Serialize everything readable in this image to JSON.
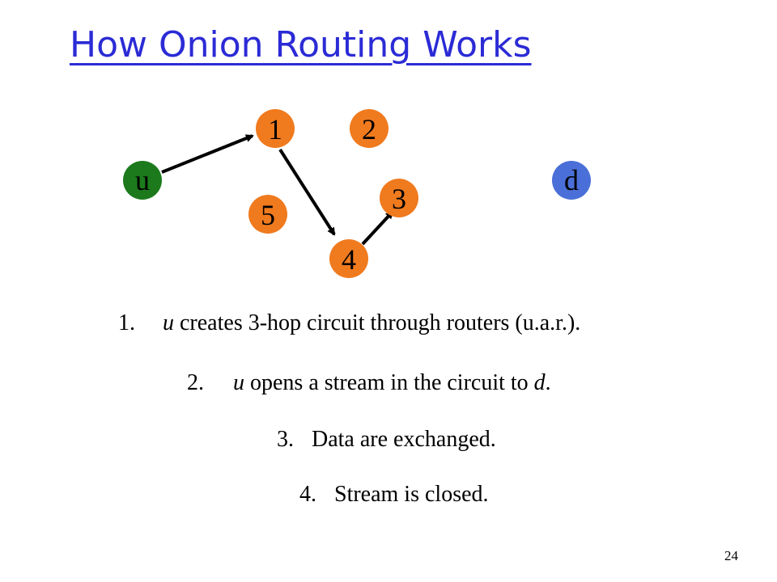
{
  "title": "How Onion Routing Works",
  "nodes": {
    "u": {
      "label": "u",
      "color": "#1c7a1c"
    },
    "d": {
      "label": "d",
      "color": "#4a6fd8"
    },
    "r1": {
      "label": "1",
      "color": "#f07a1e"
    },
    "r2": {
      "label": "2",
      "color": "#f07a1e"
    },
    "r3": {
      "label": "3",
      "color": "#f07a1e"
    },
    "r4": {
      "label": "4",
      "color": "#f07a1e"
    },
    "r5": {
      "label": "5",
      "color": "#f07a1e"
    }
  },
  "steps": [
    {
      "num": "1.",
      "subject": "u",
      "rest": " creates  3-hop circuit through routers (u.a.r.)."
    },
    {
      "num": "2.",
      "subject": "u",
      "rest": " opens a stream in the circuit to ",
      "target": "d",
      "end": "."
    },
    {
      "num": "3.",
      "text": "Data are exchanged."
    },
    {
      "num": "4.",
      "text": "Stream is closed."
    }
  ],
  "slide_number": "24"
}
